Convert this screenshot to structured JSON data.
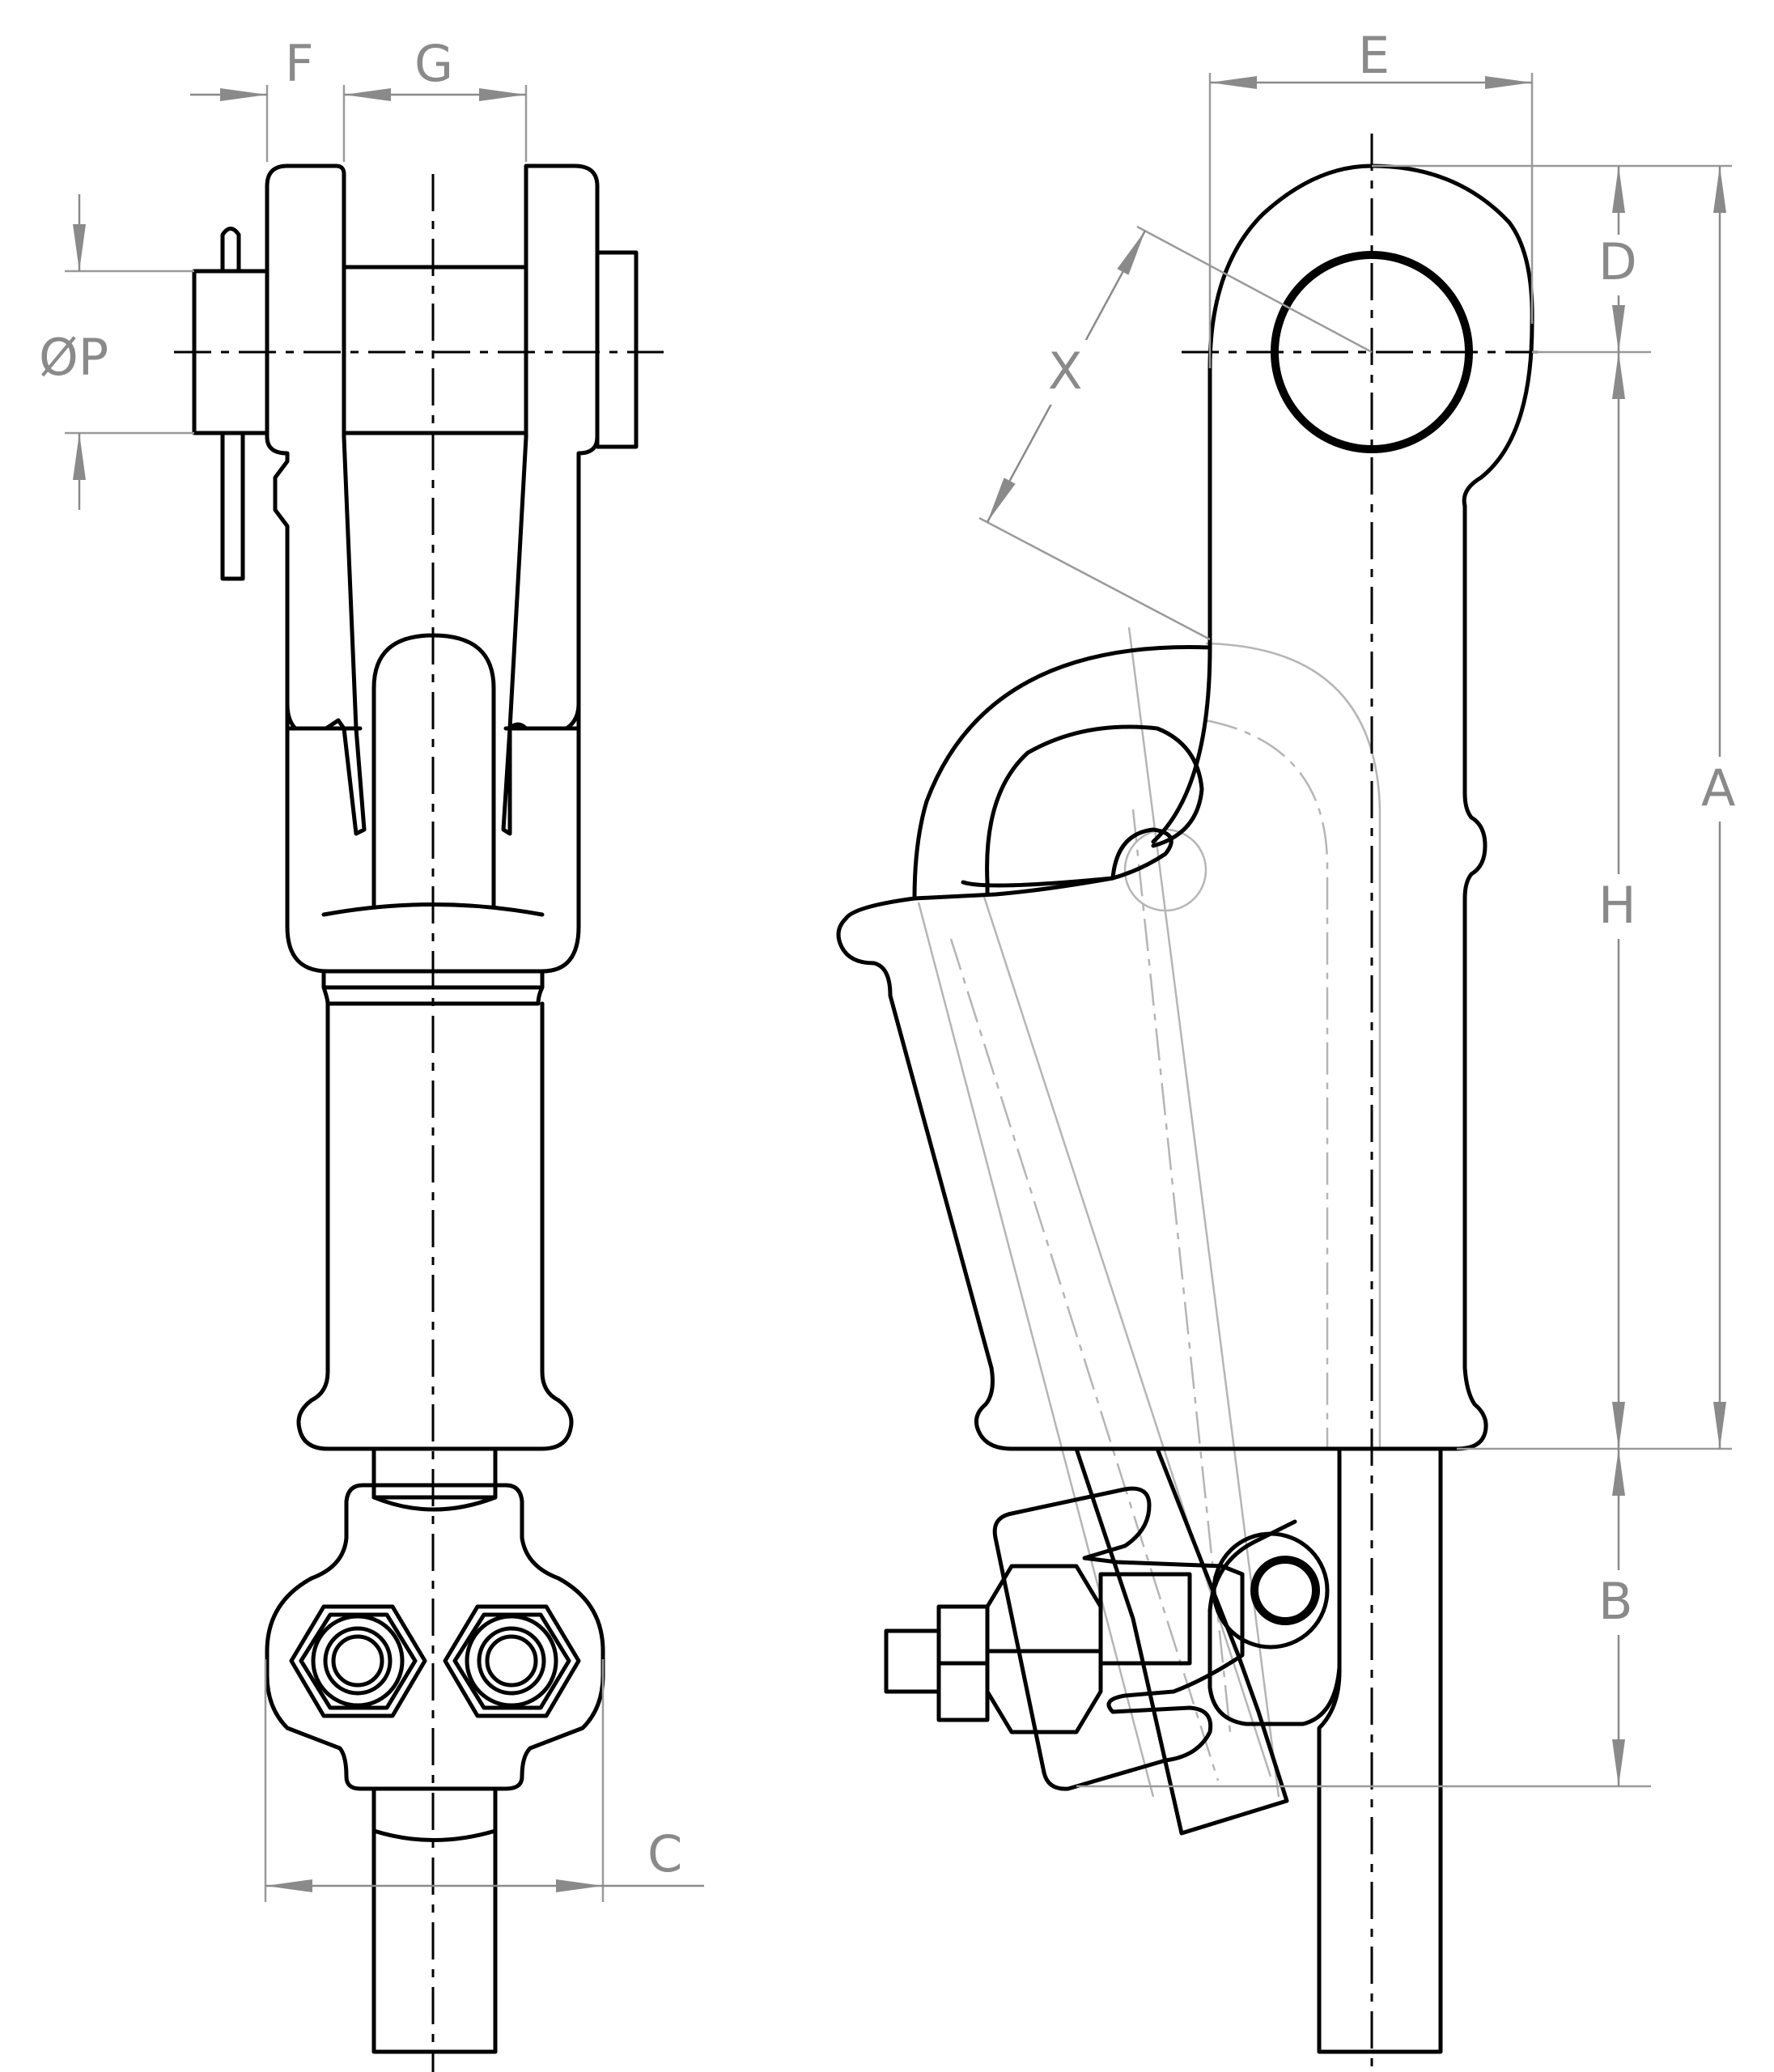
{
  "diagram": {
    "dimension_labels": {
      "F": "F",
      "G": "G",
      "P": "ØP",
      "E": "E",
      "D": "D",
      "X": "X",
      "A": "A",
      "H": "H",
      "B": "B",
      "C": "C"
    }
  }
}
